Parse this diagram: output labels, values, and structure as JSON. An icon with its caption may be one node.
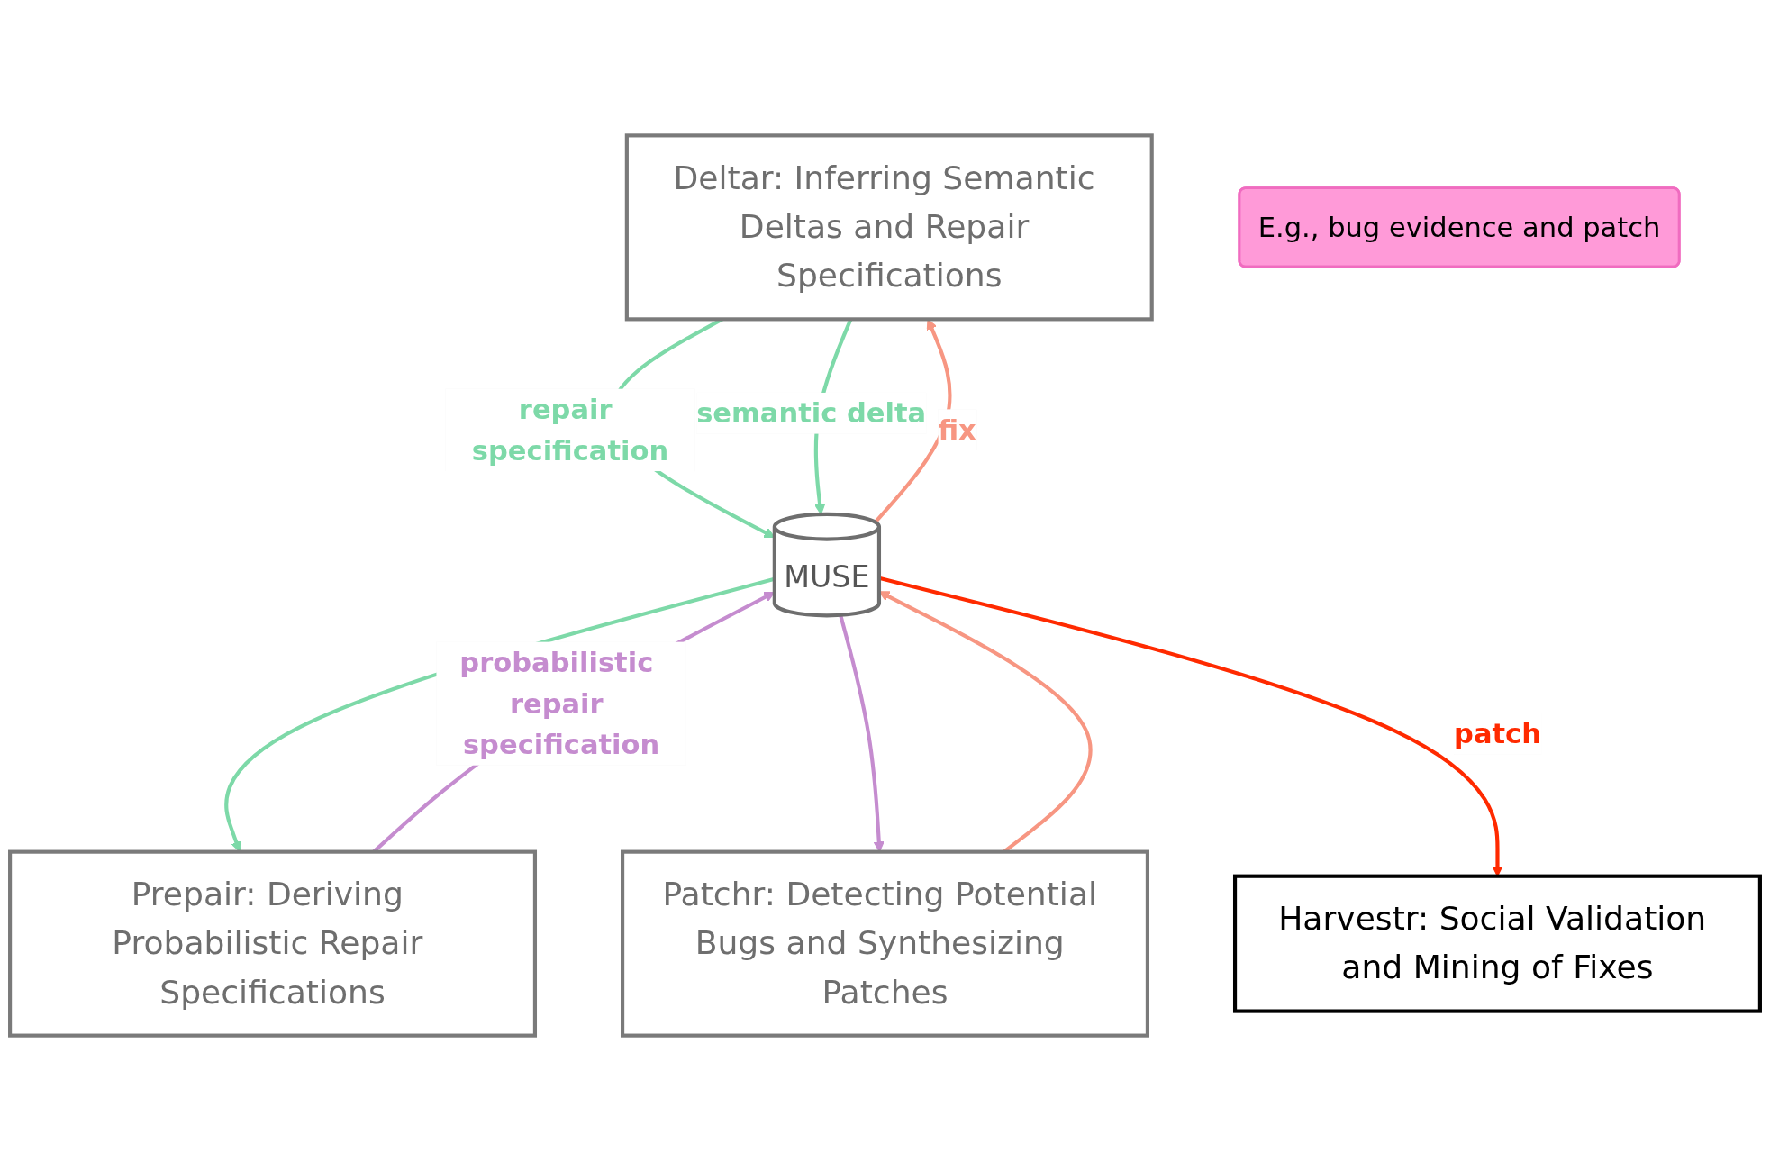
{
  "diagram": {
    "nodes": [
      {
        "text": [
          "Deltar: Inferring Semantic Deltas and Repair Specifications"
        ]
      },
      {
        "text": [
          "Prepair: Deriving Probabilistic Repair Specifications"
        ]
      },
      {
        "text": [
          "MUSE"
        ]
      },
      {
        "text": [
          "Harvestr: Social Validation and Mining of Fixes"
        ]
      },
      {
        "text": [
          "Patchr: Detecting Potential Bugs and Synthesizing Patches"
        ]
      },
      {
        "text": [
          "E.g., bug evidence and patch"
        ]
      }
    ],
    "edges": [
      {
        "from": 0,
        "to": 2,
        "arrow": "to",
        "label": "repair specification",
        "color": "#7dd9a8"
      },
      {
        "from": 0,
        "to": 2,
        "arrow": "to",
        "label": "semantic delta",
        "color": "#7dd9a8"
      },
      {
        "from": 2,
        "to": 1,
        "arrow": "to",
        "color": "#7dd9a8"
      },
      {
        "from": 1,
        "to": 2,
        "arrow": "to",
        "label": "probabilistic repair specification",
        "color": "#c58ccf"
      },
      {
        "from": 2,
        "to": 4,
        "arrow": "to",
        "color": "#c58ccf"
      },
      {
        "from": 4,
        "to": 2,
        "arrow": "to",
        "color": "#f79682"
      },
      {
        "from": 2,
        "to": 0,
        "arrow": "to",
        "label": "fix",
        "color": "#f79682"
      },
      {
        "from": 2,
        "to": 3,
        "arrow": "to",
        "label": "patch",
        "color": "#ff2a00"
      }
    ]
  }
}
